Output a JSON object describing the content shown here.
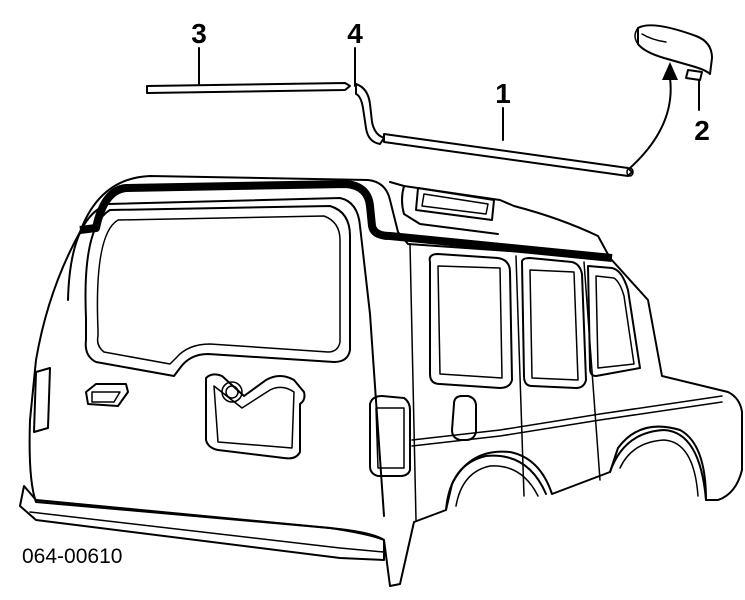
{
  "callouts": {
    "c1": "1",
    "c2": "2",
    "c3": "3",
    "c4": "4"
  },
  "reference_code": "064-00610",
  "colors": {
    "ink": "#000000",
    "paper": "#ffffff"
  }
}
